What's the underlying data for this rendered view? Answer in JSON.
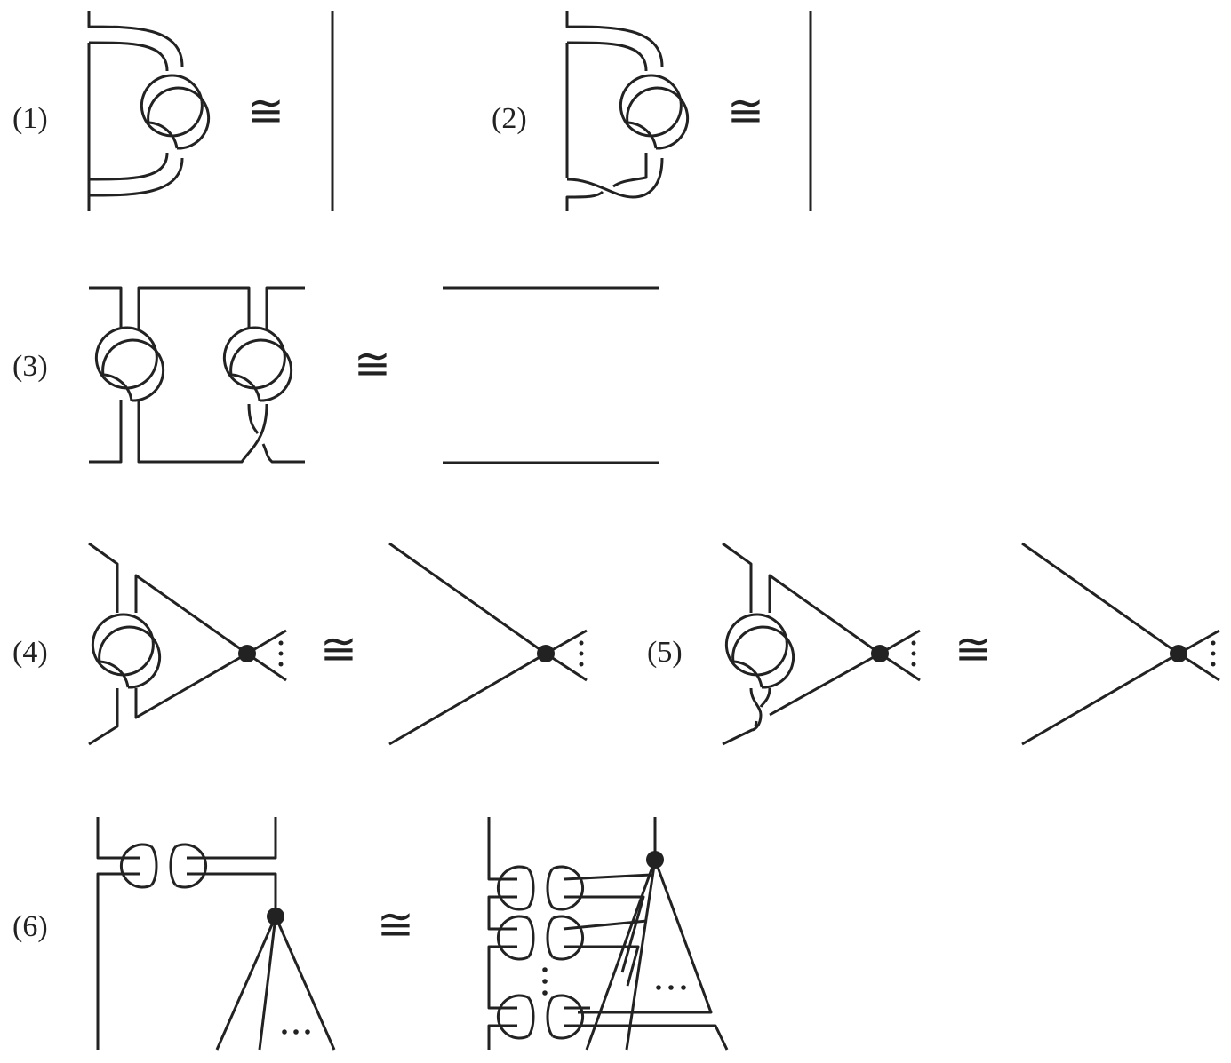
{
  "relations": [
    {
      "id": "1",
      "label": "(1)",
      "symbol": "≅"
    },
    {
      "id": "2",
      "label": "(2)",
      "symbol": "≅"
    },
    {
      "id": "3",
      "label": "(3)",
      "symbol": "≅"
    },
    {
      "id": "4",
      "label": "(4)",
      "symbol": "≅"
    },
    {
      "id": "5",
      "label": "(5)",
      "symbol": "≅"
    },
    {
      "id": "6",
      "label": "(6)",
      "symbol": "≅"
    }
  ],
  "ellipsis": "…"
}
